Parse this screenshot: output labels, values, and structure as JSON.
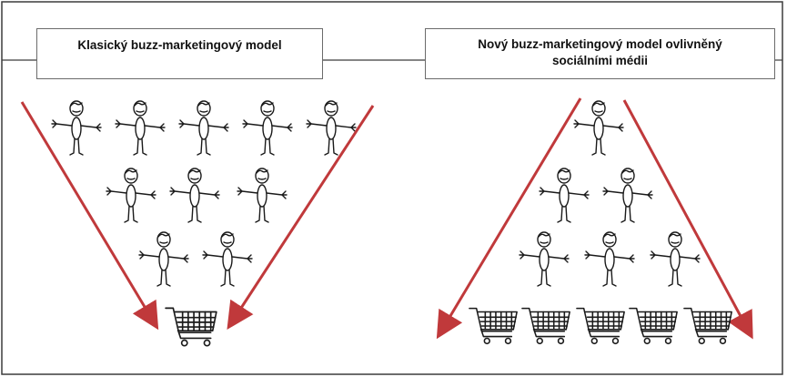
{
  "left_panel": {
    "title": "Klasický buzz-marketingový model",
    "people_rows": [
      5,
      3,
      2
    ],
    "cart_count": 1
  },
  "right_panel": {
    "title_line1": "Nový buzz-marketingový model ovlivněný",
    "title_line2": "sociálními médii",
    "people_rows": [
      1,
      2,
      3
    ],
    "cart_count": 5
  },
  "colors": {
    "arrow": "#c0393b",
    "frame": "#3c3c3c",
    "figure": "#1a1a1a"
  },
  "icons": [
    "stick-figure-icon",
    "shopping-cart-icon",
    "arrow-icon"
  ]
}
